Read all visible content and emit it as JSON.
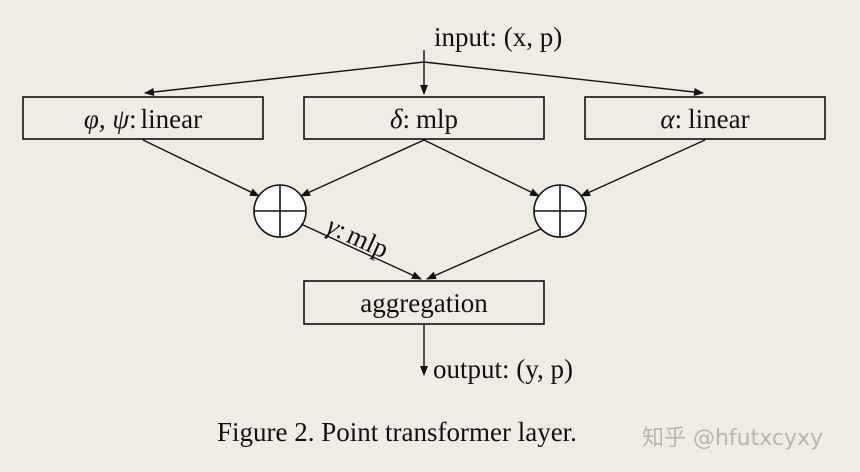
{
  "input_label": "input: (x, p)",
  "output_label": "output: (y, p)",
  "boxes": {
    "left": {
      "symbol": "φ, ψ",
      "sep": ":",
      "text": "linear"
    },
    "middle": {
      "symbol": "δ",
      "sep": ":",
      "text": "mlp"
    },
    "right": {
      "symbol": "α",
      "sep": ":",
      "text": "linear"
    },
    "aggregation": "aggregation"
  },
  "gamma_edge": {
    "symbol": "γ",
    "sep": ":",
    "text": "mlp"
  },
  "caption": "Figure 2. Point transformer layer.",
  "watermark": "知乎 @hfutxcyxy"
}
